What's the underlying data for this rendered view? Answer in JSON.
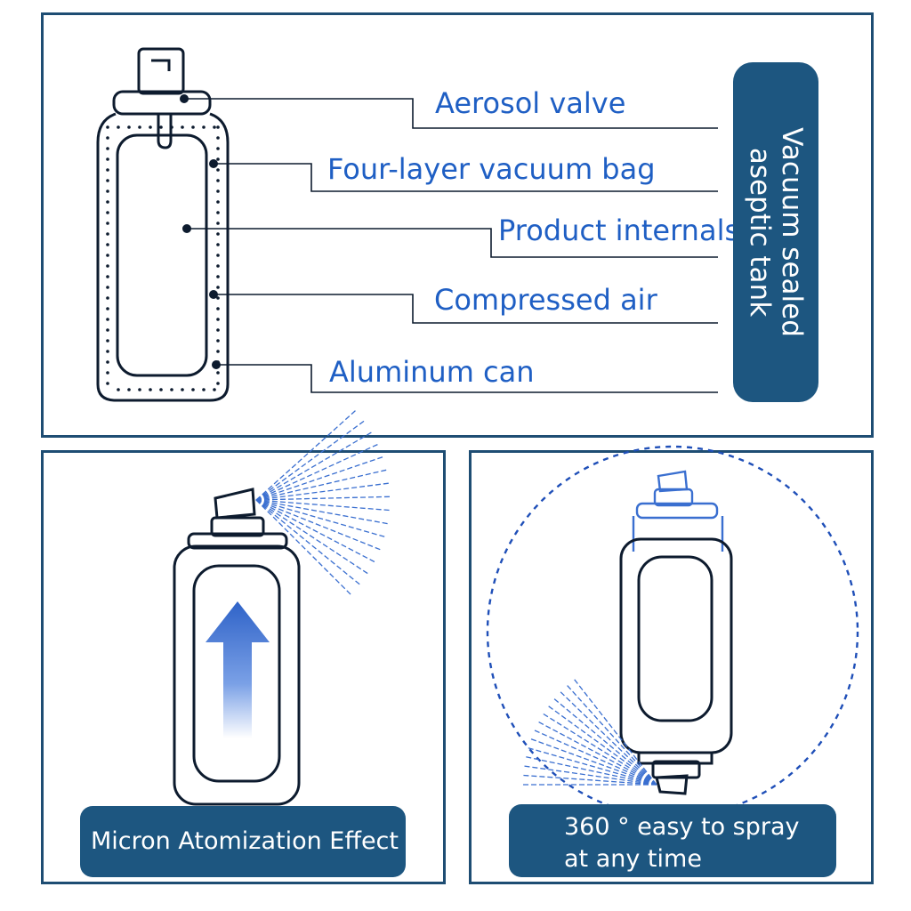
{
  "top_panel": {
    "labels": [
      "Aerosol valve",
      "Four-layer vacuum bag",
      "Product internals",
      "Compressed air",
      "Aluminum can"
    ],
    "side_badge": [
      "Vacuum sealed",
      "aseptic tank"
    ]
  },
  "bottom_left": {
    "caption": "Micron Atomization Effect"
  },
  "bottom_right": {
    "caption_line1": "360 °  easy to spray",
    "caption_line2": "at any time"
  },
  "colors": {
    "frame": "#1e4d73",
    "label_text": "#1f5fc4",
    "badge_bg": "#1d5680",
    "spray": "#3a6fd0",
    "outline": "#0d1b2e"
  }
}
